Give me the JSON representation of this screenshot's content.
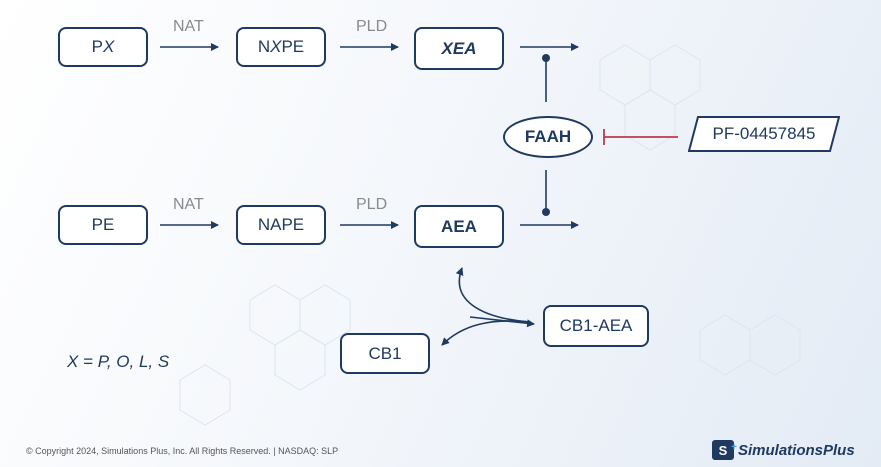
{
  "nodes": {
    "px": {
      "p1": "P",
      "p2": "X"
    },
    "nxpe": {
      "p1": "N",
      "p2": "X",
      "p3": "PE"
    },
    "xea": "XEA",
    "pe": "PE",
    "nape": "NAPE",
    "aea": "AEA",
    "faah": "FAAH",
    "inhibitor": "PF-04457845",
    "cb1": "CB1",
    "cb1_aea": "CB1-AEA"
  },
  "edge_labels": {
    "nat_top": "NAT",
    "pld_top": "PLD",
    "nat_bottom": "NAT",
    "pld_bottom": "PLD"
  },
  "legend": "X = P, O, L, S",
  "footer": "© Copyright 2024, Simulations Plus, Inc. All Rights Reserved. | NASDAQ: SLP",
  "logo": {
    "mark": "S",
    "text": "SimulationsPlus"
  },
  "colors": {
    "node": "#1f3a60",
    "inhibition": "#c0394b",
    "edge_label": "#8a8a8a"
  }
}
